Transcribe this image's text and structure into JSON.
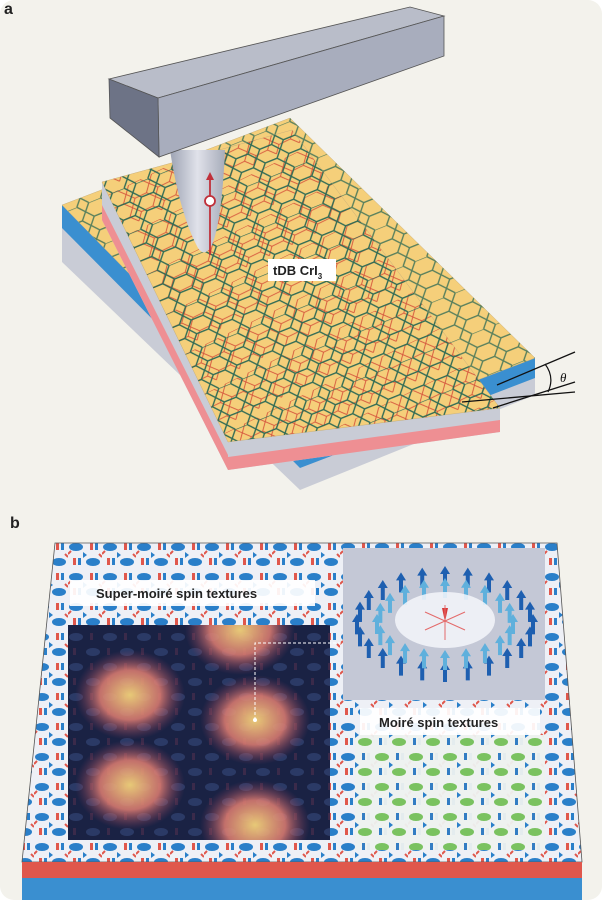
{
  "panel_a": {
    "letter": "a",
    "material_label": "tDB CrI",
    "material_subscript": "3",
    "angle_label": "θ"
  },
  "panel_b": {
    "letter": "b",
    "super_moire_label": "Super-moiré spin textures",
    "moire_label": "Moiré spin textures"
  },
  "colors": {
    "background": "#f3f2ec",
    "slab_yellow": "#f5cf7a",
    "pink_layer": "#ee8f93",
    "blue_layer": "#3a8fd0",
    "gray_layer": "#c9ccd6",
    "lattice_green": "#2f6b55",
    "lattice_red": "#d5543c"
  }
}
